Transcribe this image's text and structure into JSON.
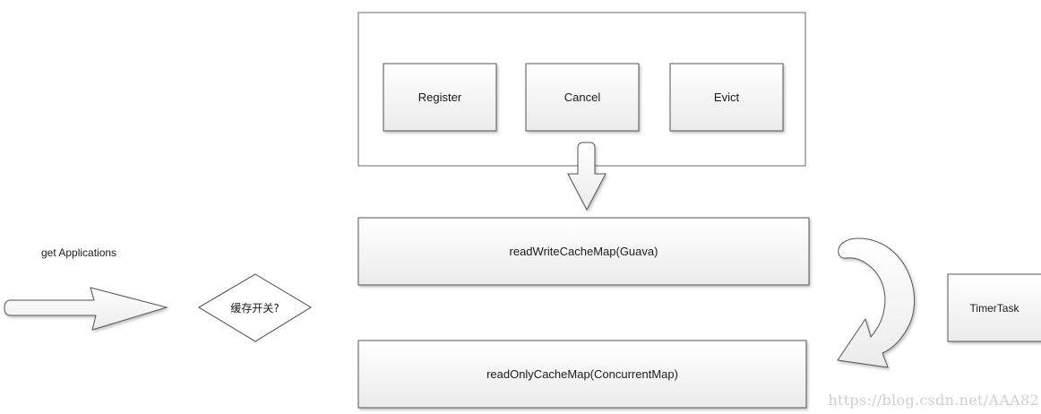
{
  "diagram": {
    "event_group": {
      "items": [
        {
          "label": "Register"
        },
        {
          "label": "Cancel"
        },
        {
          "label": "Evict"
        }
      ]
    },
    "read_write_cache": {
      "label": "readWriteCacheMap(Guava)"
    },
    "read_only_cache": {
      "label": "readOnlyCacheMap(ConcurrentMap)"
    },
    "request": {
      "label": "get Applications"
    },
    "decision": {
      "label": "缓存开关?"
    },
    "timer": {
      "label": "TimerTask"
    }
  },
  "watermark": {
    "text": "https://blog.csdn.net/AAA82"
  },
  "colors": {
    "box_fill": "#f3f3f3",
    "box_stroke": "#555555",
    "container_fill": "#ffffff"
  }
}
